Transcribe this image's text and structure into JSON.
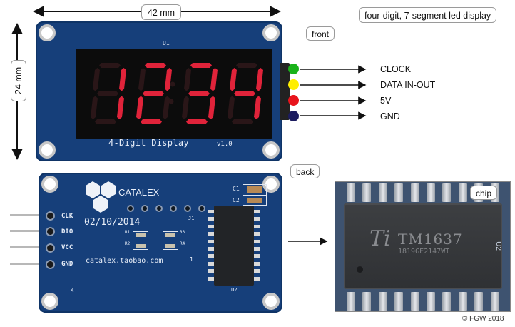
{
  "title": "four-digit, 7-segment led display",
  "dimensions": {
    "width": "42 mm",
    "height": "24 mm"
  },
  "views": {
    "front": "front",
    "back": "back",
    "chip": "chip"
  },
  "display": {
    "digits": "1234",
    "label": "4-Digit Display",
    "version": "v1.0",
    "ref": "U1",
    "segment_color": "#e0233a"
  },
  "pins": [
    {
      "label": "CLOCK",
      "color": "#19b219"
    },
    {
      "label": "DATA IN-OUT",
      "color": "#ffee00"
    },
    {
      "label": "5V",
      "color": "#e8141c"
    },
    {
      "label": "GND",
      "color": "#1c1c60"
    }
  ],
  "back": {
    "brand": "CATALEX",
    "date": "02/10/2014",
    "url": "catalex.taobao.com",
    "pin_labels": [
      "CLK",
      "DIO",
      "VCC",
      "GND"
    ],
    "components": {
      "c1": "C1",
      "c2": "C2",
      "r1": "R1",
      "r2": "R2",
      "r3": "R3",
      "r4": "R4",
      "j1": "J1",
      "u2": "U2",
      "pin1": "1",
      "k": "k"
    }
  },
  "chip": {
    "marking": "TM1637",
    "code": "1819GE2147WT",
    "ref": "U2"
  },
  "copyright": "© FGW 2018"
}
